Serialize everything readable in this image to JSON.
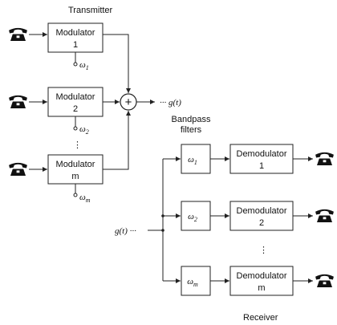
{
  "transmitter": {
    "title": "Transmitter",
    "modulators": [
      {
        "line1": "Modulator",
        "line2": "1",
        "freq": "ω",
        "freq_sub": "1"
      },
      {
        "line1": "Modulator",
        "line2": "2",
        "freq": "ω",
        "freq_sub": "2"
      },
      {
        "line1": "Modulator",
        "line2": "m",
        "freq": "ω",
        "freq_sub": "m"
      }
    ],
    "ellipsis": "⋮",
    "summer_symbol": "+",
    "output_label": "··· g(t)"
  },
  "receiver": {
    "title": "Receiver",
    "filters_title_line1": "Bandpass",
    "filters_title_line2": "filters",
    "input_label": "g(t) ···",
    "filters": [
      {
        "freq": "ω",
        "freq_sub": "1"
      },
      {
        "freq": "ω",
        "freq_sub": "2"
      },
      {
        "freq": "ω",
        "freq_sub": "m"
      }
    ],
    "demodulators": [
      {
        "line1": "Demodulator",
        "line2": "1"
      },
      {
        "line1": "Demodulator",
        "line2": "2"
      },
      {
        "line1": "Demodulator",
        "line2": "m"
      }
    ],
    "ellipsis": "⋮"
  },
  "icons": {
    "phone": "telephone-icon",
    "arrow": "arrowhead-icon"
  }
}
